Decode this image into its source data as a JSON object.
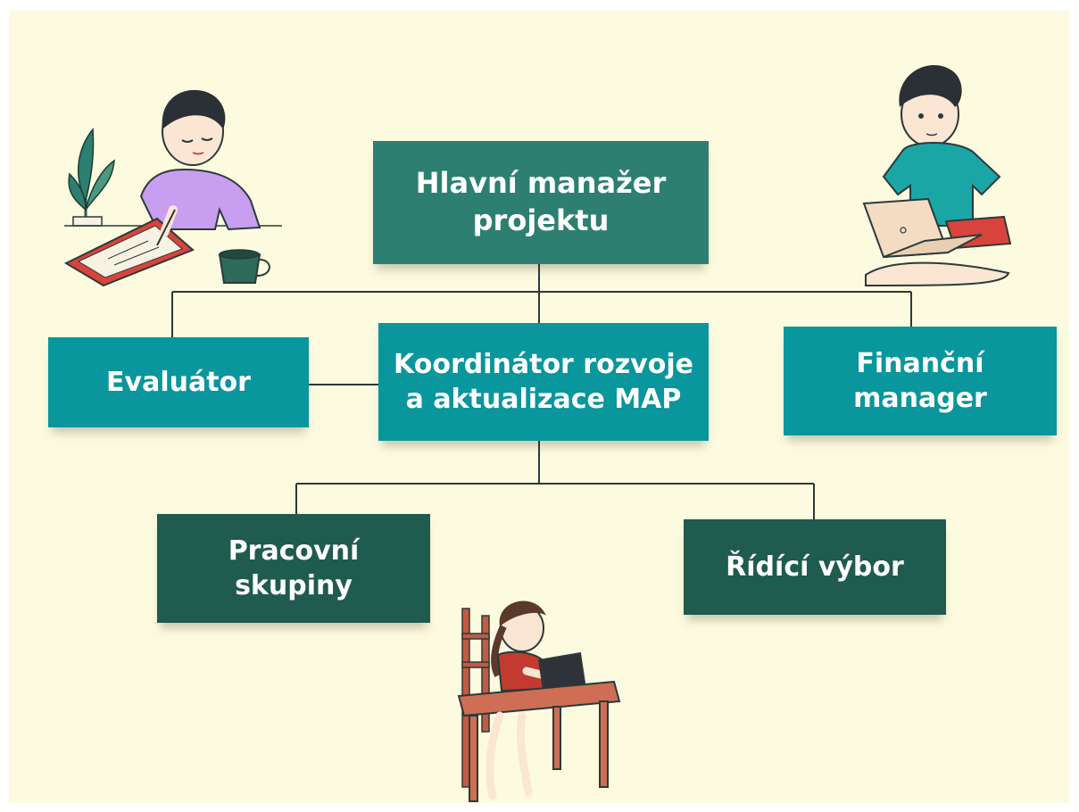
{
  "nodes": {
    "root": {
      "label": "Hlavní manažer\nprojektu",
      "color": "#2d7f72"
    },
    "evaluator": {
      "label": "Evaluátor",
      "color": "#09969c"
    },
    "coordinator": {
      "label": "Koordinátor rozvoje\na aktualizace MAP",
      "color": "#09969c"
    },
    "finance": {
      "label": "Finanční\nmanager",
      "color": "#09969c"
    },
    "workgroups": {
      "label": "Pracovní\nskupiny",
      "color": "#1f5b4e"
    },
    "steering": {
      "label": "Řídící výbor",
      "color": "#1f5b4e"
    }
  },
  "colors": {
    "background": "#fdfbdf",
    "connector": "#2b3a3a"
  },
  "illustrations": [
    "woman-drawing-on-tablet",
    "boy-with-laptop",
    "girl-at-desk-with-laptop"
  ]
}
